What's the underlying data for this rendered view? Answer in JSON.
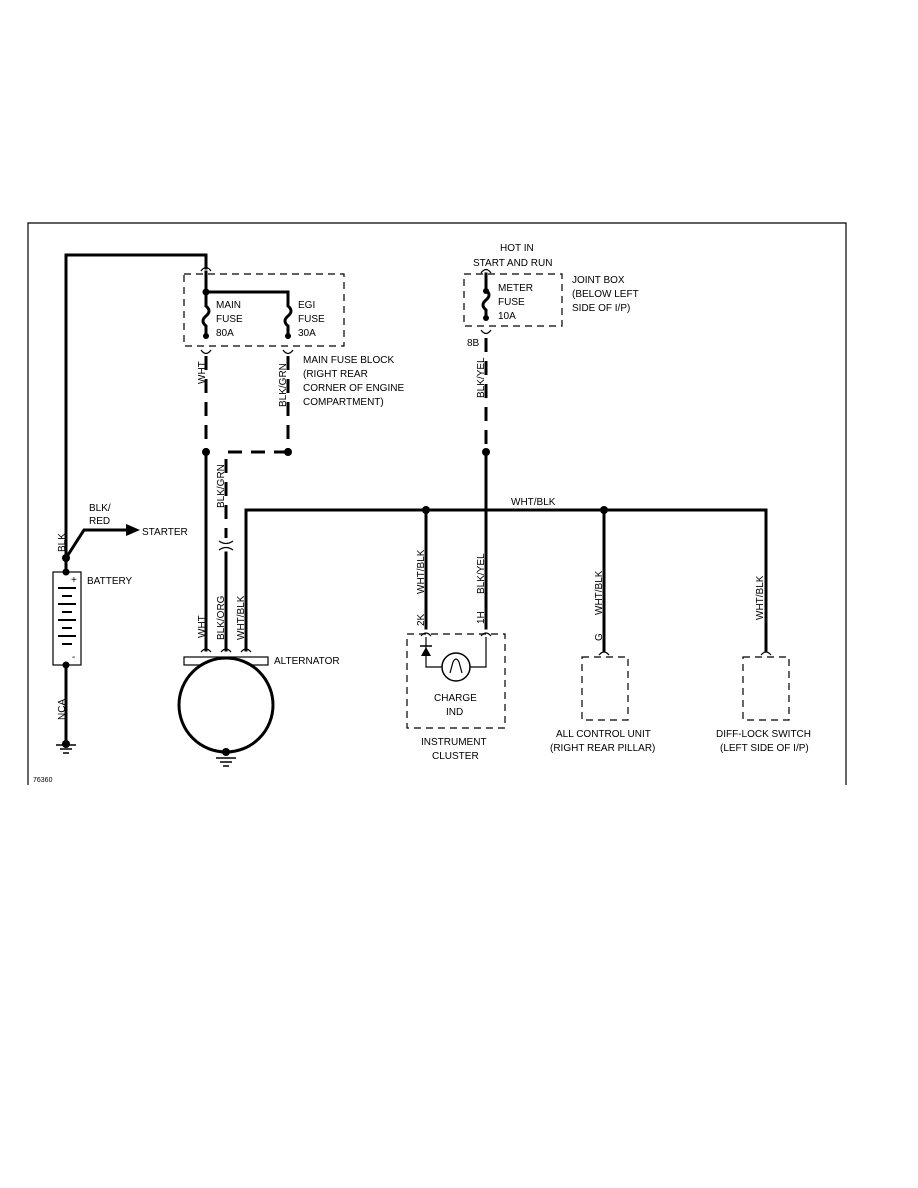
{
  "diagram": {
    "drawing_number": "76360",
    "components": {
      "battery": "BATTERY",
      "starter": "STARTER",
      "alternator": "ALTERNATOR",
      "main_fuse_block_lines": [
        "MAIN FUSE BLOCK",
        "(RIGHT REAR",
        "CORNER OF ENGINE",
        "COMPARTMENT)"
      ],
      "main_fuse_lines": [
        "MAIN",
        "FUSE",
        "80A"
      ],
      "egi_fuse_lines": [
        "EGI",
        "FUSE",
        "30A"
      ],
      "hot_in_lines": [
        "HOT IN",
        "START AND RUN"
      ],
      "meter_fuse_lines": [
        "METER",
        "FUSE",
        "10A"
      ],
      "joint_box_lines": [
        "JOINT BOX",
        "(BELOW LEFT",
        "SIDE OF I/P)"
      ],
      "instrument_cluster_lines": [
        "INSTRUMENT",
        "CLUSTER"
      ],
      "charge_ind_lines": [
        "CHARGE",
        "IND"
      ],
      "all_control_unit_lines": [
        "ALL CONTROL UNIT",
        "(RIGHT REAR PILLAR)"
      ],
      "diff_lock_switch_lines": [
        "DIFF-LOCK SWITCH",
        "(LEFT SIDE OF I/P)"
      ]
    },
    "wire_colors": {
      "blk": "BLK",
      "blk_red_lines": [
        "BLK/",
        "RED"
      ],
      "nca": "NCA",
      "wht_fuse_out": "WHT",
      "blk_grn_fuse_out": "BLK/GRN",
      "blk_grn_lower": "BLK/GRN",
      "wht_alt": "WHT",
      "blk_org_alt": "BLK/ORG",
      "wht_blk_alt": "WHT/BLK",
      "wht_blk_bus": "WHT/BLK",
      "blk_yel_upper": "BLK/YEL",
      "wht_blk_cluster": "WHT/BLK",
      "blk_yel_cluster": "BLK/YEL",
      "wht_blk_control": "WHT/BLK",
      "wht_blk_diff": "WHT/BLK"
    },
    "terminals": {
      "joint_8b": "8B",
      "cluster_2k": "2K",
      "cluster_1h": "1H",
      "control_g": "G"
    },
    "battery_signs": {
      "plus": "+",
      "minus": "-"
    }
  }
}
